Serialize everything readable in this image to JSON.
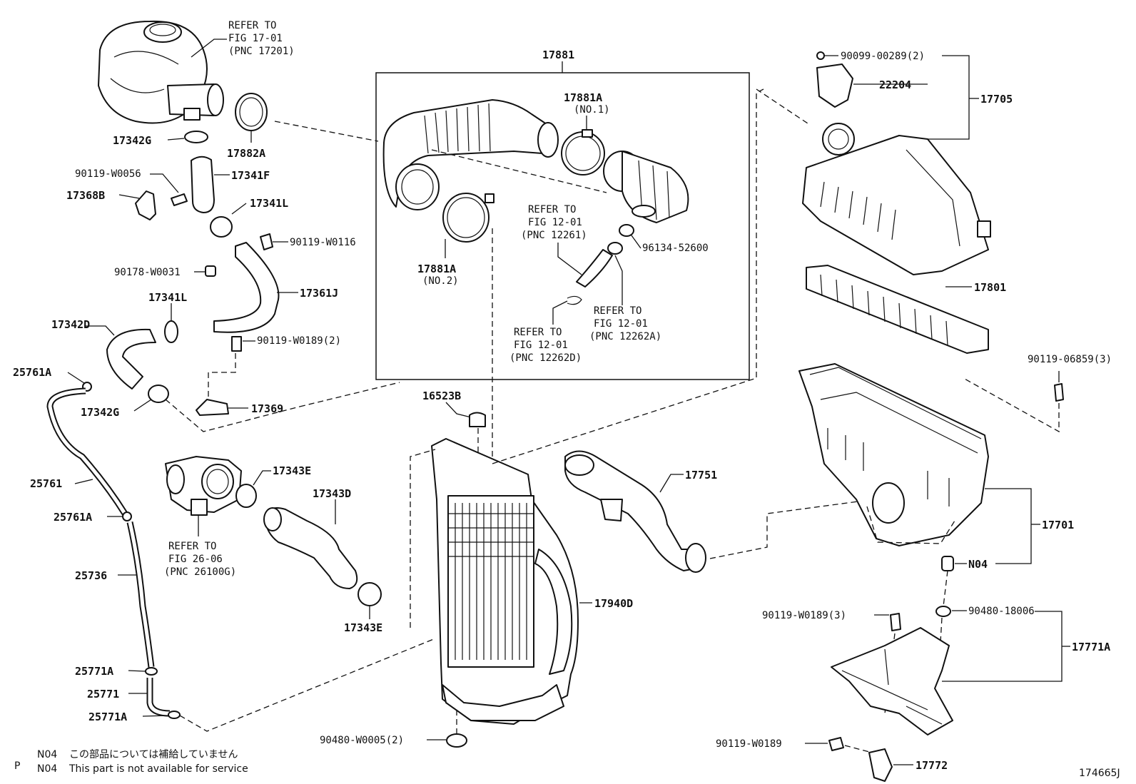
{
  "diagram_code": "174665J",
  "group_label": "17881",
  "labels": {
    "refer_turbo": [
      "REFER TO",
      "FIG 17-01",
      "(PNC 17201)"
    ],
    "p17882A": "17882A",
    "p17342G_top": "17342G",
    "p90119_W0056": "90119-W0056",
    "p17341F": "17341F",
    "p17368B": "17368B",
    "p17341L_top": "17341L",
    "p90119_W0116": "90119-W0116",
    "p90178_W0031": "90178-W0031",
    "p17341L_mid": "17341L",
    "p17361J": "17361J",
    "p17342D": "17342D",
    "p90119_W0189_2": "90119-W0189(2)",
    "p25761A_top": "25761A",
    "p17342G_bot": "17342G",
    "p17369": "17369",
    "p25761": "25761",
    "p25761A_mid": "25761A",
    "p25736": "25736",
    "p25771A_top": "25771A",
    "p25771": "25771",
    "p25771A_bot": "25771A",
    "p17881A_no1": "17881A",
    "p17881A_no1_sub": "(NO.1)",
    "p17881A_no2": "17881A",
    "p17881A_no2_sub": "(NO.2)",
    "refer_12261": [
      "REFER TO",
      "FIG 12-01",
      "(PNC 12261)"
    ],
    "p96134_52600": "96134-52600",
    "refer_12262A": [
      "REFER TO",
      "FIG 12-01",
      "(PNC 12262A)"
    ],
    "refer_12262D": [
      "REFER TO",
      "FIG 12-01",
      "(PNC 12262D)"
    ],
    "p16523B": "16523B",
    "p17343E_top": "17343E",
    "p17343D": "17343D",
    "refer_throttle": [
      "REFER TO",
      "FIG 26-06",
      "(PNC 26100G)"
    ],
    "p17343E_bot": "17343E",
    "p17751": "17751",
    "p17940D": "17940D",
    "p90480_W0005_2": "90480-W0005(2)",
    "p90099_00289_2": "90099-00289(2)",
    "p22204": "22204",
    "p17705": "17705",
    "p17801": "17801",
    "p90119_06859_3": "90119-06859(3)",
    "p17701": "17701",
    "pN04": "N04",
    "p90119_W0189_3": "90119-W0189(3)",
    "p90480_18006": "90480-18006",
    "p17771A": "17771A",
    "p90119_W0189": "90119-W0189",
    "p17772": "17772"
  },
  "notes": {
    "prefix": "P",
    "jp_code": "N04",
    "jp_text": "この部品については補給していません",
    "en_code": "N04",
    "en_text": "This part is not available for service"
  }
}
